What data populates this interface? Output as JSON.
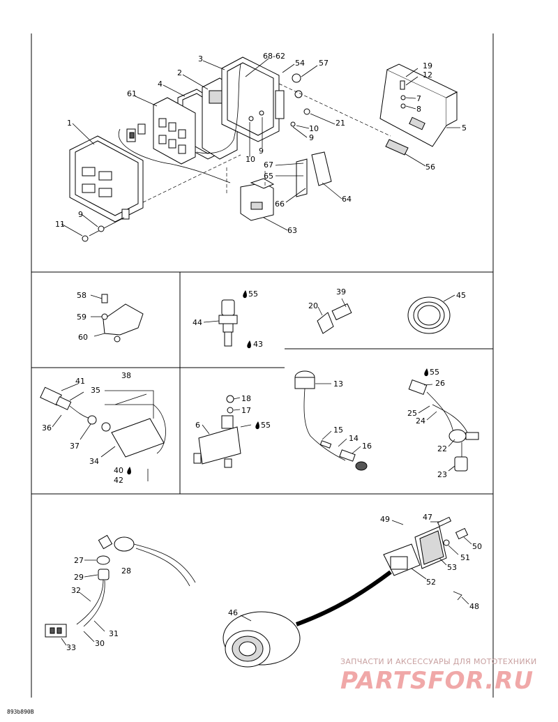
{
  "diagram_code": "893b890B",
  "watermark": {
    "tagline": "ЗАПЧАСТИ И АКСЕССУАРЫ ДЛЯ МОТОТЕХНИКИ",
    "logo": "PARTSFOR.RU"
  },
  "callouts": {
    "c1": "1",
    "c2": "2",
    "c3": "3",
    "c4": "4",
    "c5": "5",
    "c6": "6",
    "c7": "7",
    "c8": "8",
    "c9a": "9",
    "c9b": "9",
    "c9c": "9",
    "c10a": "10",
    "c10b": "10",
    "c11": "11",
    "c12": "12",
    "c13": "13",
    "c14": "14",
    "c15": "15",
    "c16": "16",
    "c17": "17",
    "c18": "18",
    "c19": "19",
    "c20": "20",
    "c21": "21",
    "c22": "22",
    "c23": "23",
    "c24": "24",
    "c25": "25",
    "c26": "26",
    "c27": "27",
    "c28": "28",
    "c29": "29",
    "c30": "30",
    "c31": "31",
    "c32": "32",
    "c33": "33",
    "c34": "34",
    "c35": "35",
    "c36": "36",
    "c37": "37",
    "c38": "38",
    "c39": "39",
    "c40": "40",
    "c41": "41",
    "c42": "42",
    "c43": "43",
    "c44": "44",
    "c45": "45",
    "c46": "46",
    "c47": "47",
    "c48": "48",
    "c49": "49",
    "c50": "50",
    "c51": "51",
    "c52": "52",
    "c53": "53",
    "c54": "54",
    "c55a": "55",
    "c55b": "55",
    "c55c": "55",
    "c56": "56",
    "c57": "57",
    "c58": "58",
    "c59": "59",
    "c60": "60",
    "c61": "61",
    "c62": "68-62",
    "c63": "63",
    "c64": "64",
    "c65": "65",
    "c66": "66",
    "c67": "67"
  }
}
